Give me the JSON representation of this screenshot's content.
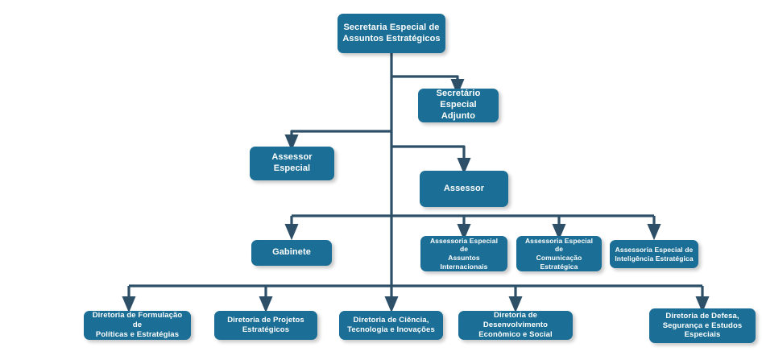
{
  "chart_data": {
    "type": "diagram",
    "title": "Secretaria Especial de Assuntos Estratégicos - Organograma",
    "colors": {
      "node_fill": "#1b6e95",
      "node_text": "#ffffff",
      "connector": "#2d4f68",
      "connector_inner": "#4a6f89",
      "background": "#ffffff"
    }
  },
  "nodes": {
    "root": {
      "label": "Secretaria Especial de\nAssuntos Estratégicos"
    },
    "secretario_adjunto": {
      "label": "Secretário Especial\nAdjunto"
    },
    "assessor_especial": {
      "label": "Assessor Especial"
    },
    "assessor": {
      "label": "Assessor"
    },
    "gabinete": {
      "label": "Gabinete"
    },
    "assessoria_internacionais": {
      "label": "Assessoria Especial de\nAssuntos\nInternacionais"
    },
    "assessoria_comunicacao": {
      "label": "Assessoria Especial de\nComunicação\nEstratégica"
    },
    "assessoria_inteligencia": {
      "label": "Assessoria Especial de\nInteligência Estratégica"
    },
    "diretoria_formulacao": {
      "label": "Diretoria de Formulação de\nPolíticas e Estratégias"
    },
    "diretoria_projetos": {
      "label": "Diretoria de Projetos\nEstratégicos"
    },
    "diretoria_ciencia": {
      "label": "Diretoria de Ciência,\nTecnologia e Inovações"
    },
    "diretoria_desenvolvimento": {
      "label": "Diretoria de Desenvolvimento\nEconômico e Social"
    },
    "diretoria_defesa": {
      "label": "Diretoria de Defesa,\nSegurança e Estudos\nEspeciais"
    }
  }
}
